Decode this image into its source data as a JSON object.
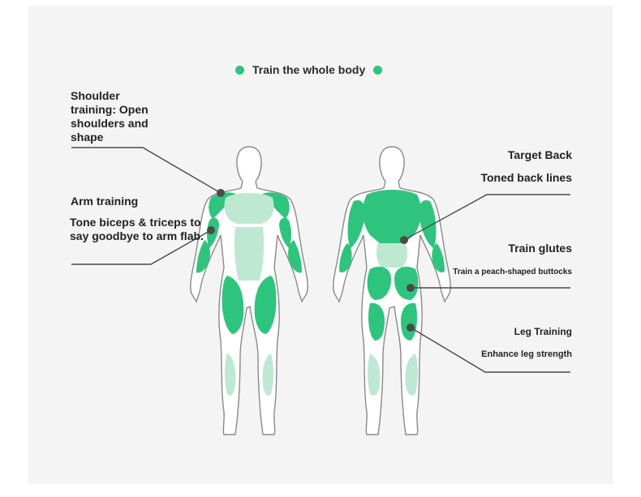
{
  "title": "Train the whole body",
  "colors": {
    "muscle": "#2fc47e",
    "muscle_light": "#bfe8d2",
    "outline": "#4a4a4a",
    "accent": "#2fc47e"
  },
  "annotations": {
    "shoulder": {
      "heading": "Shoulder training: Open shoulders and shape"
    },
    "arm": {
      "heading": "Arm training",
      "body": "Tone biceps & triceps to say goodbye to arm flab."
    },
    "back": {
      "heading": "Target Back",
      "body": "Toned back lines"
    },
    "glutes": {
      "heading": "Train glutes",
      "body": "Train a peach-shaped buttocks"
    },
    "leg": {
      "heading": "Leg Training",
      "body": "Enhance leg strength"
    }
  }
}
